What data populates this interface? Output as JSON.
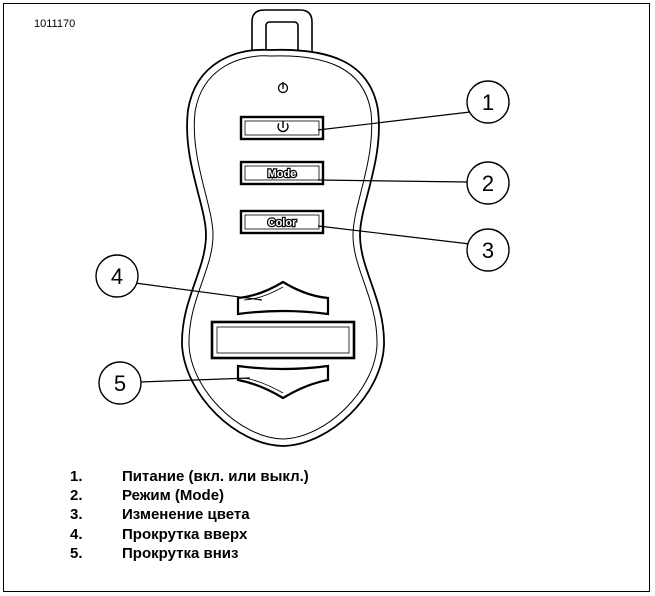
{
  "figure_id": "1011170",
  "remote": {
    "power_indicator_icon": "power-icon",
    "buttons": {
      "power": {
        "icon": "power-icon"
      },
      "mode": {
        "label": "Mode"
      },
      "color": {
        "label": "Color"
      }
    },
    "scroll_up_icon": "scroll-up-icon",
    "scroll_down_icon": "scroll-down-icon"
  },
  "callouts": [
    {
      "label": "1"
    },
    {
      "label": "2"
    },
    {
      "label": "3"
    },
    {
      "label": "4"
    },
    {
      "label": "5"
    }
  ],
  "legend": [
    {
      "number": "1.",
      "text": "Питание (вкл. или выкл.)"
    },
    {
      "number": "2.",
      "text": "Режим (Mode)"
    },
    {
      "number": "3.",
      "text": "Изменение цвета"
    },
    {
      "number": "4.",
      "text": "Прокрутка вверх"
    },
    {
      "number": "5.",
      "text": "Прокрутка вниз"
    }
  ]
}
